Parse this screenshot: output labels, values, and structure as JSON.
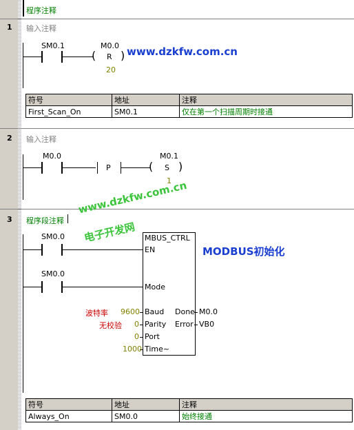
{
  "program_comment": "程序注释",
  "networks": [
    {
      "number": "1",
      "comment": "输入注释",
      "contact": "SM0.1",
      "coil_address": "M0.0",
      "coil_type": "R",
      "coil_count": "20",
      "watermark": "www.dzkfw.com.cn",
      "table": {
        "headers": [
          "符号",
          "地址",
          "注释"
        ],
        "rows": [
          [
            "First_Scan_On",
            "SM0.1",
            "仅在第一个扫描周期时接通"
          ]
        ]
      }
    },
    {
      "number": "2",
      "comment": "输入注释",
      "contact": "M0.0",
      "edge": "P",
      "coil_address": "M0.1",
      "coil_type": "S",
      "coil_count": "1"
    },
    {
      "number": "3",
      "comment": "程序段注释",
      "contact_en": "SM0.0",
      "contact_mode": "SM0.0",
      "block": {
        "name": "MBUS_CTRL",
        "en": "EN",
        "mode": "Mode",
        "baud_pin": "Baud",
        "parity_pin": "Parity",
        "port_pin": "Port",
        "time_pin": "Time~",
        "done_pin": "Done",
        "error_pin": "Error",
        "baud_value": "9600",
        "parity_value": "0",
        "port_value": "0",
        "time_value": "1000",
        "done_out": "M0.0",
        "error_out": "VB0",
        "baud_note": "波特率",
        "parity_note": "无校验"
      },
      "title": "MODBUS初始化",
      "watermark_url": "www.dzkfw.com.cn",
      "watermark_cn": "电子开发网",
      "table": {
        "headers": [
          "符号",
          "地址",
          "注释"
        ],
        "rows": [
          [
            "Always_On",
            "SM0.0",
            "始终接通"
          ]
        ]
      }
    }
  ]
}
